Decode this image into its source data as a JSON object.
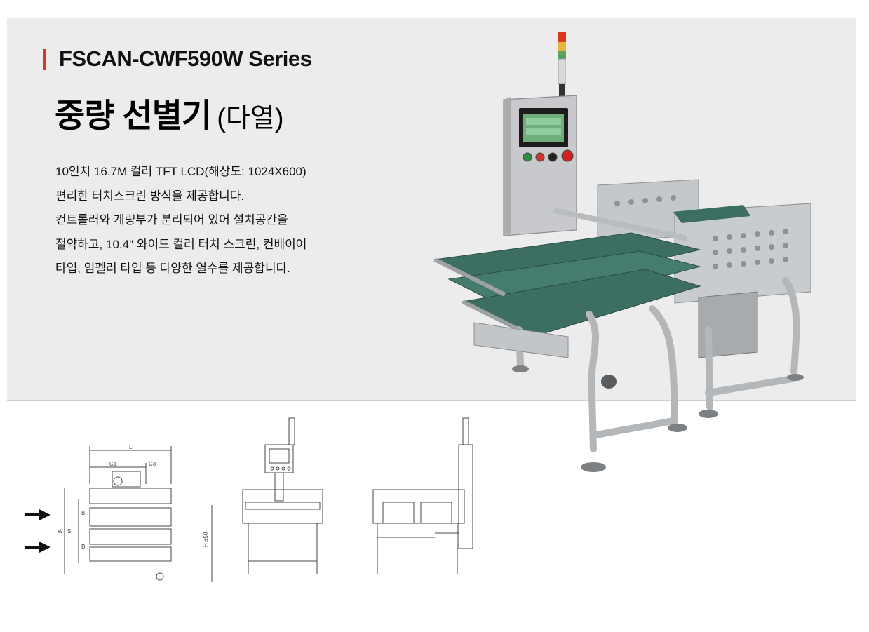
{
  "product": {
    "series": "FSCAN-CWF590W Series",
    "title_main": "중량 선별기",
    "title_sub": "(다열)"
  },
  "description": [
    "10인치 16.7M 컬러 TFT LCD(해상도: 1024X600)",
    "편리한 터치스크린 방식을 제공합니다.",
    "컨트롤러와 계량부가 분리되어 있어 설치공간을",
    "절약하고, 10.4\" 와이드 컬러 터치 스크린, 컨베이어",
    "타입, 임펠러 타입 등 다양한 열수를 제공합니다."
  ],
  "drawing_labels": {
    "length": "L",
    "c1": "C1",
    "c3": "C3",
    "width": "W",
    "b1": "B",
    "s": "S",
    "b2": "B",
    "height": "H ±50"
  },
  "colors": {
    "accent": "#d9381e",
    "hero_bg": "#ececec",
    "conveyor": "#3c6f62",
    "steel": "#b9bcbf"
  }
}
